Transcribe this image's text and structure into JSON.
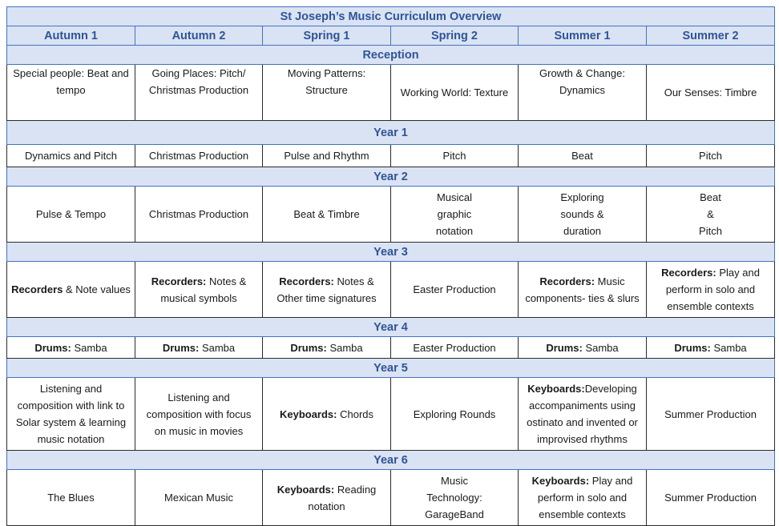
{
  "title": "St Joseph’s Music Curriculum Overview",
  "terms": [
    "Autumn 1",
    "Autumn 2",
    "Spring 1",
    "Spring 2",
    "Summer 1",
    "Summer 2"
  ],
  "colors": {
    "header_bg": "#dae3f3",
    "header_text": "#2f5496",
    "header_border": "#4472c4",
    "grid_border": "#2b2b2b"
  },
  "rows": {
    "reception": {
      "label": "Reception",
      "cells": [
        {
          "lines": [
            "Special people: Beat and",
            "tempo"
          ]
        },
        {
          "lines": [
            "Going Places: Pitch/",
            "Christmas Production"
          ]
        },
        {
          "lines": [
            "Moving Patterns:",
            "Structure"
          ]
        },
        {
          "lines": [
            "Working World: Texture"
          ]
        },
        {
          "lines": [
            "Growth & Change:",
            "Dynamics"
          ]
        },
        {
          "lines": [
            "Our Senses: Timbre"
          ]
        }
      ]
    },
    "year1": {
      "label": "Year 1",
      "cells": [
        {
          "text": "Dynamics and Pitch"
        },
        {
          "text": "Christmas Production"
        },
        {
          "text": "Pulse and Rhythm"
        },
        {
          "text": "Pitch"
        },
        {
          "text": "Beat"
        },
        {
          "text": "Pitch"
        }
      ]
    },
    "year2": {
      "label": "Year 2",
      "cells": [
        {
          "lines": [
            "Pulse & Tempo"
          ]
        },
        {
          "lines": [
            "Christmas Production"
          ]
        },
        {
          "lines": [
            "Beat & Timbre"
          ]
        },
        {
          "lines": [
            "Musical",
            "graphic",
            "notation"
          ]
        },
        {
          "lines": [
            "Exploring",
            "sounds &",
            "duration"
          ]
        },
        {
          "lines": [
            "Beat",
            "&",
            "Pitch"
          ]
        }
      ]
    },
    "year3": {
      "label": "Year 3",
      "cells": [
        {
          "bold": "Recorders",
          "line1": " & Note values",
          "more": []
        },
        {
          "bold": "Recorders:",
          "line1": " Notes &",
          "more": [
            "musical symbols"
          ]
        },
        {
          "bold": "Recorders:",
          "line1": " Notes &",
          "more": [
            "Other time signatures"
          ]
        },
        {
          "bold": "",
          "line1": "Easter Production",
          "more": []
        },
        {
          "bold": "Recorders:",
          "line1": " Music",
          "more": [
            "components- ties & slurs"
          ]
        },
        {
          "bold": "Recorders:",
          "line1": " Play and",
          "more": [
            "perform in solo and",
            "ensemble contexts"
          ]
        }
      ]
    },
    "year4": {
      "label": "Year 4",
      "cells": [
        {
          "bold": "Drums:",
          "text": " Samba"
        },
        {
          "bold": "Drums:",
          "text": " Samba"
        },
        {
          "bold": "Drums:",
          "text": " Samba"
        },
        {
          "bold": "",
          "text": "Easter Production"
        },
        {
          "bold": "Drums:",
          "text": " Samba"
        },
        {
          "bold": "Drums:",
          "text": " Samba"
        }
      ]
    },
    "year5": {
      "label": "Year 5",
      "cells": [
        {
          "bold": "",
          "line1": "Listening and",
          "more": [
            "composition with link to",
            "Solar system & learning",
            "music notation"
          ]
        },
        {
          "bold": "",
          "line1": "Listening and",
          "more": [
            "composition with focus",
            "on music in movies"
          ]
        },
        {
          "bold": "Keyboards:",
          "line1": " Chords",
          "more": []
        },
        {
          "bold": "",
          "line1": "Exploring Rounds",
          "more": []
        },
        {
          "bold": "Keyboards:",
          "line1": "Developing",
          "more": [
            "accompaniments using",
            "ostinato and invented or",
            "improvised rhythms"
          ]
        },
        {
          "bold": "",
          "line1": "Summer Production",
          "more": []
        }
      ]
    },
    "year6": {
      "label": "Year 6",
      "cells": [
        {
          "bold": "",
          "line1": "The Blues",
          "more": []
        },
        {
          "bold": "",
          "line1": "Mexican Music",
          "more": []
        },
        {
          "bold": "Keyboards:",
          "line1": " Reading",
          "more": [
            "notation"
          ]
        },
        {
          "bold": "",
          "line1": "Music",
          "more": [
            "Technology:",
            "GarageBand"
          ]
        },
        {
          "bold": "Keyboards:",
          "line1": " Play and",
          "more": [
            "perform in solo and",
            "ensemble contexts"
          ]
        },
        {
          "bold": "",
          "line1": "Summer Production",
          "more": []
        }
      ]
    }
  }
}
